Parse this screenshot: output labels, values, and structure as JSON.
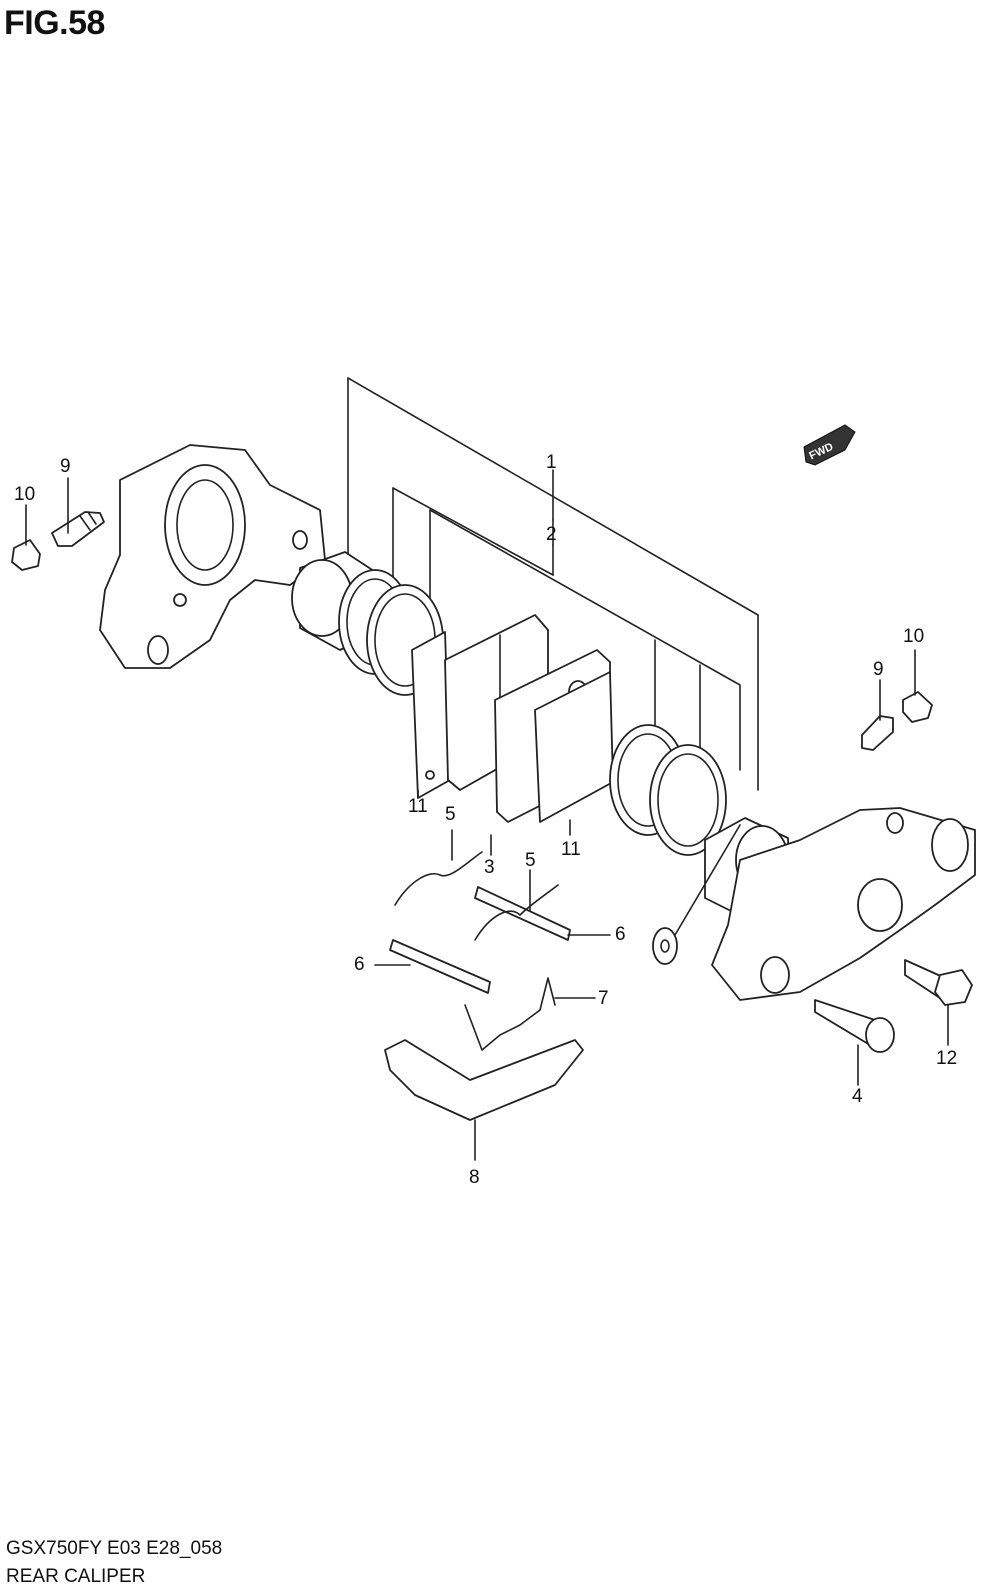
{
  "figure": {
    "title": "FIG.58"
  },
  "footer": {
    "model": "GSX750FY E03 E28_058",
    "name": "REAR CALIPER"
  },
  "direction_marker": {
    "text": "FWD"
  },
  "callouts": [
    {
      "id": "c-1a",
      "text": "1"
    },
    {
      "id": "c-2a",
      "text": "2"
    },
    {
      "id": "c-3",
      "text": "3"
    },
    {
      "id": "c-4",
      "text": "4"
    },
    {
      "id": "c-5a",
      "text": "5"
    },
    {
      "id": "c-5b",
      "text": "5"
    },
    {
      "id": "c-6a",
      "text": "6"
    },
    {
      "id": "c-6b",
      "text": "6"
    },
    {
      "id": "c-7",
      "text": "7"
    },
    {
      "id": "c-8",
      "text": "8"
    },
    {
      "id": "c-9a",
      "text": "9"
    },
    {
      "id": "c-9b",
      "text": "9"
    },
    {
      "id": "c-10a",
      "text": "10"
    },
    {
      "id": "c-10b",
      "text": "10"
    },
    {
      "id": "c-11a",
      "text": "11"
    },
    {
      "id": "c-11b",
      "text": "11"
    },
    {
      "id": "c-12",
      "text": "12"
    }
  ]
}
